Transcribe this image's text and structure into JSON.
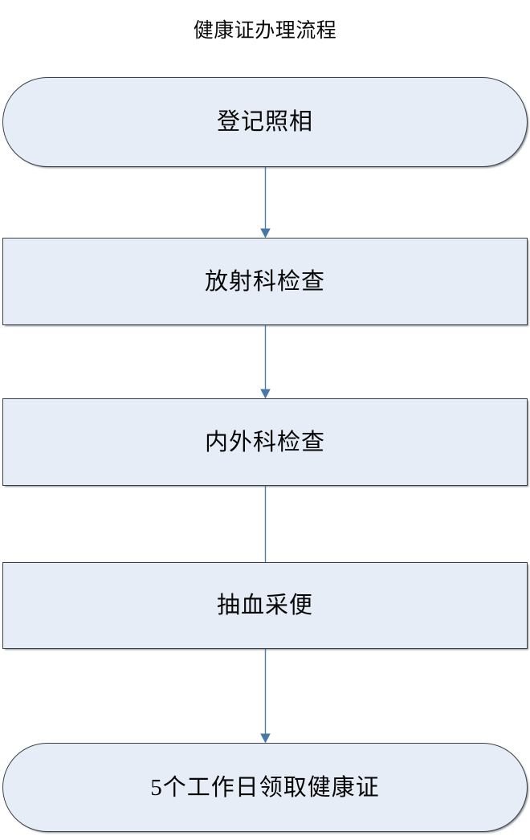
{
  "title": "健康证办理流程",
  "theme": {
    "node_fill": "#e7edf6",
    "node_border": "#3c4148",
    "connector": "#4e7ca8",
    "text": "#060606",
    "background": "#ffffff"
  },
  "flow": {
    "nodes": [
      {
        "id": "step-1",
        "label": "登记照相",
        "shape": "terminator"
      },
      {
        "id": "step-2",
        "label": "放射科检查",
        "shape": "process"
      },
      {
        "id": "step-3",
        "label": "内外科检查",
        "shape": "process"
      },
      {
        "id": "step-4",
        "label": "抽血采便",
        "shape": "process"
      },
      {
        "id": "step-5",
        "label": "5个工作日领取健康证",
        "shape": "terminator"
      }
    ],
    "connectors": [
      {
        "from": "step-1",
        "to": "step-2",
        "arrowhead": true
      },
      {
        "from": "step-2",
        "to": "step-3",
        "arrowhead": true
      },
      {
        "from": "step-3",
        "to": "step-4",
        "arrowhead": false
      },
      {
        "from": "step-4",
        "to": "step-5",
        "arrowhead": true
      }
    ]
  },
  "chart_data": {
    "type": "diagram",
    "diagram_kind": "flowchart",
    "orientation": "top-to-bottom",
    "title": "健康证办理流程",
    "steps": [
      "登记照相",
      "放射科检查",
      "内外科检查",
      "抽血采便",
      "5个工作日领取健康证"
    ]
  }
}
